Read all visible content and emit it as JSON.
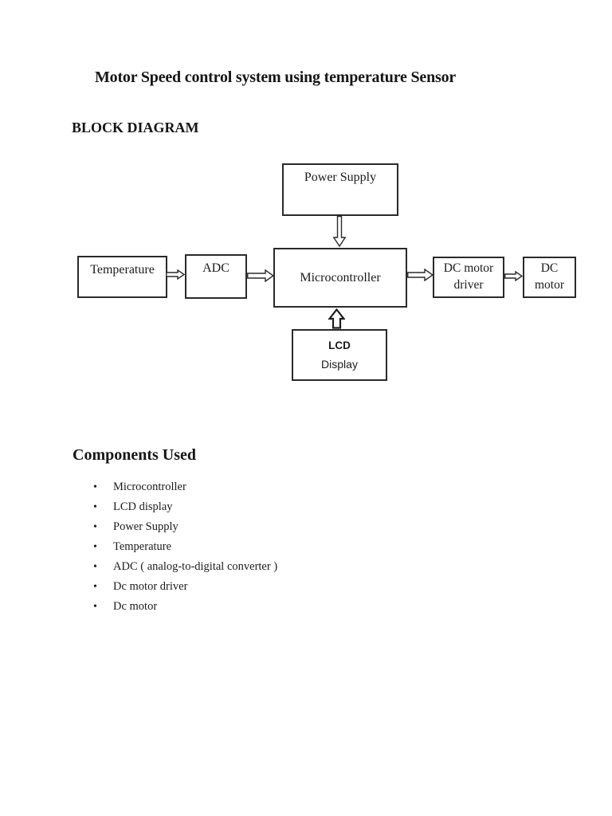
{
  "page": {
    "title": "Motor Speed control system using temperature Sensor",
    "section_heading": "BLOCK DIAGRAM",
    "components_heading": "Components Used"
  },
  "diagram": {
    "nodes": {
      "power_supply": {
        "label": "Power Supply"
      },
      "temperature": {
        "label": "Temperature"
      },
      "adc": {
        "label": "ADC"
      },
      "microcontroller": {
        "label": "Microcontroller"
      },
      "dc_motor_driver": {
        "line1": "DC motor",
        "line2": "driver"
      },
      "dc_motor": {
        "line1": "DC",
        "line2": "motor"
      },
      "lcd": {
        "line1": "LCD",
        "line2": "Display"
      }
    },
    "connections": [
      "Power Supply -> Microcontroller",
      "Temperature -> ADC",
      "ADC -> Microcontroller",
      "Microcontroller -> DC motor driver",
      "DC motor driver -> DC motor",
      "LCD Display -> Microcontroller"
    ]
  },
  "components": {
    "items": [
      "Microcontroller",
      "LCD display",
      "Power Supply",
      "Temperature",
      "ADC ( analog-to-digital converter )",
      "Dc motor driver",
      "Dc motor"
    ]
  },
  "colors": {
    "background": "#ffffff",
    "text": "#1a1a1a",
    "box_border": "#2a2a2a"
  }
}
